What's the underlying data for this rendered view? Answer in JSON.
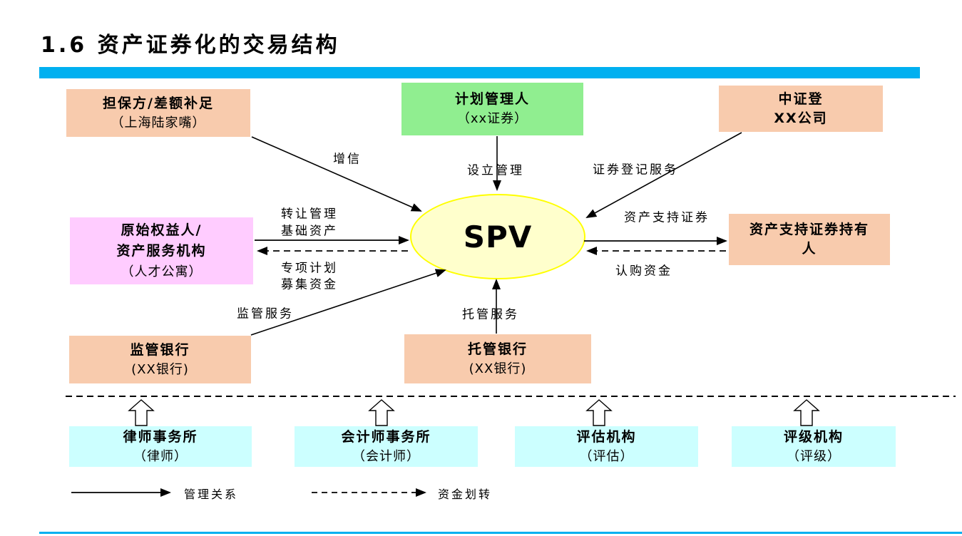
{
  "title": "1.6 资产证券化的交易结构",
  "nodes": {
    "guarantor": {
      "line1": "担保方/差额补足",
      "line2": "（上海陆家嘴）"
    },
    "plan_manager": {
      "line1": "计划管理人",
      "line2": "（xx证券）"
    },
    "csdc": {
      "line1": "中证登",
      "line2": "XX公司"
    },
    "originator": {
      "line1": "原始权益人/",
      "line2": "资产服务机构",
      "line3": "（人才公寓）"
    },
    "spv": {
      "label": "SPV"
    },
    "holders": {
      "line1": "资产支持证券持有",
      "line2": "人"
    },
    "supervising_bank": {
      "line1": "监管银行",
      "line2": "(XX银行)"
    },
    "custodian_bank": {
      "line1": "托管银行",
      "line2": "(XX银行)"
    },
    "law_firm": {
      "line1": "律师事务所",
      "line2": "（律师）"
    },
    "accounting_firm": {
      "line1": "会计师事务所",
      "line2": "（会计师）"
    },
    "appraisal_agency": {
      "line1": "评估机构",
      "line2": "（评估）"
    },
    "rating_agency": {
      "line1": "评级机构",
      "line2": "（评级）"
    }
  },
  "edge_labels": {
    "credit_enhancement": "增信",
    "setup_management": "设立管理",
    "securities_registration": "证券登记服务",
    "transfer_line1": "转让管理",
    "transfer_line2": "基础资产",
    "raise_line1": "专项计划",
    "raise_line2": "募集资金",
    "abs_securities": "资产支持证券",
    "subscription_funds": "认购资金",
    "supervision_service": "监管服务",
    "custody_service": "托管服务"
  },
  "legend": {
    "solid": "管理关系",
    "dashed": "资金划转"
  },
  "colors": {
    "accent": "#00B0F0",
    "peach": "#F8CBAD",
    "green": "#90EE90",
    "pink": "#FFCCFF",
    "cyan": "#CCFFFF",
    "spv_fill": "#FFFFCC",
    "spv_border": "#FFFF00"
  }
}
